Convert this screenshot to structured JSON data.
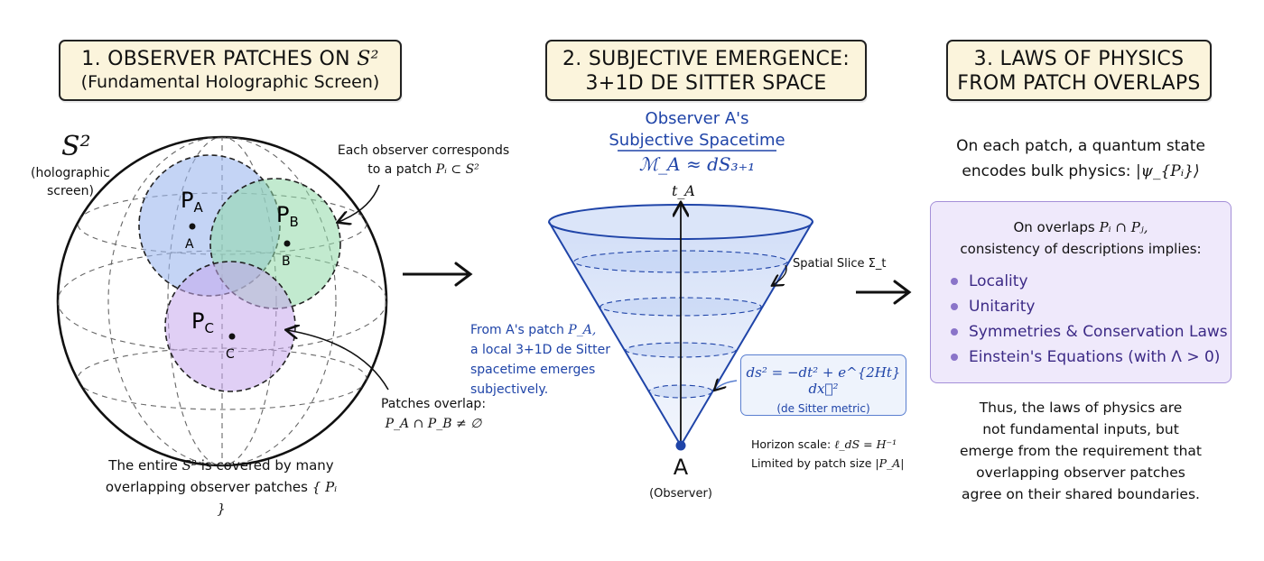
{
  "panel1": {
    "title_main": "1. OBSERVER PATCHES ON",
    "title_math": "S²",
    "title_sub": "(Fundamental Holographic Screen)",
    "sphere_label": "S²",
    "sphere_sublabel_1": "(holographic",
    "sphere_sublabel_2": "screen)",
    "patch_a": "P",
    "patch_a_sub": "A",
    "patch_b": "P",
    "patch_b_sub": "B",
    "patch_c": "P",
    "patch_c_sub": "C",
    "point_a": "A",
    "point_b": "B",
    "point_c": "C",
    "annot_top_1": "Each observer corresponds",
    "annot_top_2": "to a patch",
    "annot_top_math": "Pᵢ ⊂ S²",
    "annot_overlap_1": "Patches overlap:",
    "annot_overlap_math": "P_A ∩ P_B ≠ ∅",
    "caption_1_pre": "The entire",
    "caption_1_math": "S²",
    "caption_1_post": "is covered by many",
    "caption_2": "overlapping observer patches",
    "caption_2_math": "{ Pᵢ }",
    "colors": {
      "patch_a": "#9db8ef",
      "patch_b": "#8fd9a8",
      "patch_c": "#c7a7ec"
    }
  },
  "panel2": {
    "title_main": "2. SUBJECTIVE EMERGENCE:",
    "title_sub": "3+1D DE SITTER SPACE",
    "heading_1": "Observer A's",
    "heading_2": "Subjective Spacetime",
    "heading_math": "ℳ_A ≈ dS₃₊₁",
    "axis_label": "t_A",
    "slice_label": "Spatial Slice Σ_t",
    "left_text_1": "From A's patch",
    "left_text_math": "P_A,",
    "left_text_2": "a local 3+1D de Sitter",
    "left_text_3": "spacetime emerges",
    "left_text_4": "subjectively.",
    "metric_math": "ds² = −dt² + e^{2Ht} dx⃗²",
    "metric_caption": "(de Sitter metric)",
    "horizon_1": "Horizon scale:",
    "horizon_math": "ℓ_dS = H⁻¹",
    "horizon_2": "Limited by patch size",
    "horizon_math_2": "|P_A|",
    "observer_label": "A",
    "observer_sub": "(Observer)",
    "colors": {
      "cone": "#1f44a8",
      "fill": "#cfdcf7"
    }
  },
  "panel3": {
    "title_main": "3. LAWS OF PHYSICS",
    "title_sub": "FROM PATCH OVERLAPS",
    "intro_1": "On each patch, a quantum state",
    "intro_2": "encodes bulk physics:",
    "intro_math": "|ψ_{Pᵢ}⟩",
    "box_line_1": "On overlaps",
    "box_line_1_math": "Pᵢ ∩ Pⱼ,",
    "box_line_2": "consistency of descriptions implies:",
    "laws": [
      "Locality",
      "Unitarity",
      "Symmetries & Conservation Laws",
      "Einstein's Equations (with Λ > 0)"
    ],
    "conclusion": [
      "Thus, the laws of physics are",
      "not fundamental inputs, but",
      "emerge from the requirement that",
      "overlapping observer patches",
      "agree on their shared boundaries."
    ],
    "colors": {
      "box_fill": "#efe9fb",
      "box_border": "#a48fd8"
    }
  }
}
